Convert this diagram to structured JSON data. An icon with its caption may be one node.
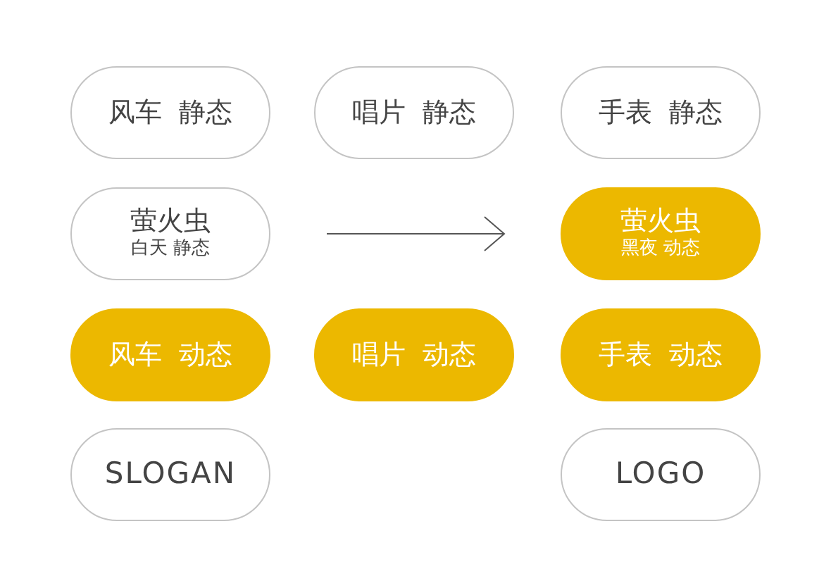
{
  "diagram": {
    "nodes": [
      {
        "text": [
          "风车 静态"
        ]
      },
      {
        "text": [
          "唱片 静态"
        ]
      },
      {
        "text": [
          "手表 静态"
        ]
      },
      {
        "text": [
          "萤火虫",
          "白天 静态"
        ]
      },
      {
        "text": [
          "萤火虫",
          "黑夜 动态"
        ]
      },
      {
        "text": [
          "风车 动态"
        ]
      },
      {
        "text": [
          "唱片 动态"
        ]
      },
      {
        "text": [
          "手表 动态"
        ]
      },
      {
        "text": [
          "SLOGAN"
        ]
      },
      {
        "text": [
          "LOGO"
        ]
      }
    ],
    "edges": [
      {
        "from": 3,
        "to": 4,
        "arrow": "to"
      }
    ]
  }
}
